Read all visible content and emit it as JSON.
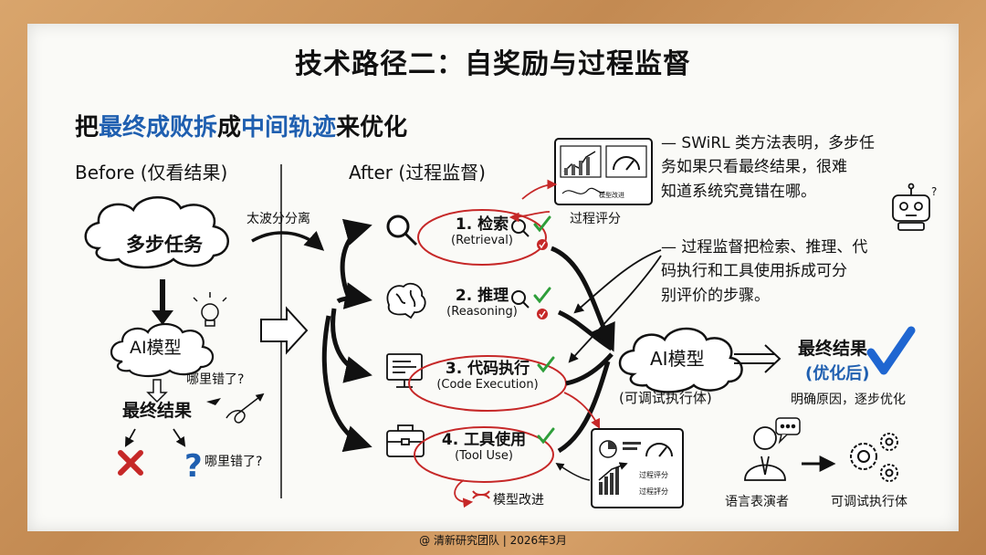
{
  "title": "技术路径二：自奖励与过程监督",
  "subtitle": {
    "prefix": "把",
    "highlight1": "最终成败拆",
    "middle": "成",
    "highlight2": "中间轨迹",
    "suffix": "来优化"
  },
  "before": {
    "heading": "Before (仅看结果)",
    "task_label": "多步任务",
    "model_label": "AI模型",
    "where_wrong_1": "哪里错了?",
    "result_label": "最终结果",
    "where_wrong_2": "哪里错了?"
  },
  "arrow_label": "太波分分离",
  "after": {
    "heading": "After (过程监督)",
    "steps": [
      {
        "num_label": "1. 检索",
        "en": "(Retrieval)"
      },
      {
        "num_label": "2. 推理",
        "en": "(Reasoning)"
      },
      {
        "num_label": "3. 代码执行",
        "en": "(Code Execution)"
      },
      {
        "num_label": "4. 工具使用",
        "en": "(Tool Use)"
      }
    ],
    "process_score_label": "过程评分",
    "dash_model_improve_top": "模型改进",
    "dash_process_score": "过程评分",
    "dash_process_score_2": "过程評分",
    "model_improve_label": "模型改进",
    "ai_model_label": "AI模型",
    "debuggable_label": "(可调试执行体)",
    "final_result": "最终结果",
    "optimized": "(优化后)",
    "final_desc": "明确原因，逐步优化"
  },
  "notes": {
    "note1": [
      "— SWiRL 类方法表明，多步任",
      "务如果只看最终结果，很难",
      "知道系统究竟错在哪。"
    ],
    "note2": [
      "— 过程监督把检索、推理、代",
      "码执行和工具使用拆成可分",
      "别评价的步骤。"
    ]
  },
  "bottom_right": {
    "left_label": "语言表演者",
    "right_label": "可调试执行体"
  },
  "footer": "@ 清新研究团队 | 2026年3月",
  "colors": {
    "blue": "#1f5fb0",
    "red": "#c62828",
    "green": "#2e9e3a",
    "check_blue": "#1f66d1"
  }
}
